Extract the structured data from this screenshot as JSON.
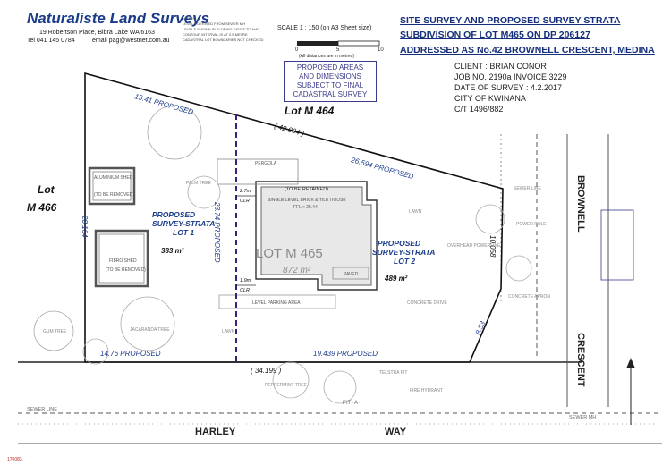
{
  "firm": {
    "name": "Naturaliste Land Surveys",
    "address": "19 Robertson Place,  Bibra Lake  WA  6163",
    "tel": "Tel 041 145 0784",
    "email": "email pag@westnet.com.au"
  },
  "notes": {
    "heading": "NOTES",
    "items": [
      "LEVELS DERIVED FROM SEWER MH",
      "LEVELS SHOWN IN SLOPING DIGITS TO AHD",
      "CONTOUR INTERVAL IS AT 0.5 METRE",
      "CADASTRAL LOT BOUNDARIES NOT CHECKED"
    ]
  },
  "scale": {
    "label": "SCALE  1 : 150 (on A3 Sheet size)",
    "ticks": [
      "0",
      "5",
      "10"
    ],
    "note": "(All distances are in metres)"
  },
  "proposed_note": [
    "PROPOSED AREAS",
    "AND DIMENSIONS",
    "SUBJECT TO FINAL",
    "CADASTRAL SURVEY"
  ],
  "title": {
    "line1": "SITE SURVEY AND PROPOSED SURVEY STRATA",
    "line2": "SUBDIVISION OF LOT M465 ON DP 206127",
    "line3": "ADDRESSED AS No.42 BROWNELL CRESCENT, MEDINA"
  },
  "client": {
    "client": "CLIENT :  BRIAN CONOR",
    "job": "JOB NO. 2190a     INVOICE  3229",
    "date": "DATE OF SURVEY :   4.2.2017",
    "city": "CITY OF KWINANA",
    "ct": "C/T 1496/882"
  },
  "plan": {
    "lots": {
      "m464": "Lot   M 464",
      "m466_a": "Lot",
      "m466_b": "M 466",
      "m465": "LOT  M 465",
      "m465_area": "872  m²"
    },
    "proposed_lot1": [
      "PROPOSED",
      "SURVEY-STRATA",
      "LOT 1"
    ],
    "lot1_area": "383 m²",
    "proposed_lot2": [
      "PROPOSED",
      "SURVEY-STRATA",
      "LOT 2"
    ],
    "lot2_area": "489 m²",
    "dims": {
      "top_a": "15.41  PROPOSED",
      "top_total": "( 42.004 )",
      "top_b": "26.594  PROPOSED",
      "left": "28.164",
      "middle": "23.74  PROPOSED",
      "right": "10.058",
      "corner": "8.53",
      "bottom_a": "14.76  PROPOSED",
      "bottom_total": "( 34.199 )",
      "bottom_b": "19.439  PROPOSED",
      "clr_top": "2.7m",
      "clr_bottom": "1.9m",
      "clr_label": "CLR"
    },
    "buildings": {
      "shed1": "ALUMINIUM SHED",
      "shed1_note": "(TO BE REMOVED)",
      "shed2": "FIBRO SHED",
      "shed2_note": "(TO BE REMOVED)",
      "house_note": "(TO BE RETAINED)",
      "house": "SINGLE LEVEL BRICK & TILE HOUSE",
      "house_ffl": "FFL  ≈ 25.44",
      "pergola": "PERGOLA",
      "parking": "LEVEL PARKING AREA",
      "paved": "PAVED"
    },
    "features": {
      "lawn1": "LAWN",
      "lawn2": "LAWN",
      "concrete_drive": "CONCRETE  DRIVE",
      "concrete_apron": "CONCRETE APRON",
      "power_pole": "POWER POLE",
      "sewer_line": "SEWER LINE",
      "overhead": "OVERHEAD POWERLINE",
      "tree_peppermint": "PEPPERMINT TREE",
      "tree_jacaranda": "JACARANDA TREE",
      "tree_gum": "GUM TREE",
      "tree_palm": "PALM TREE",
      "pit_a": "PIT  ·A·",
      "fire_hydrant": "FIRE HYDRANT",
      "telstra": "TELSTRA PIT"
    },
    "roads": {
      "harley": "HARLEY",
      "way": "WAY",
      "brownell": "BROWNELL",
      "crescent": "CRESCENT"
    },
    "sewer_bottom": "SEWER    LINE",
    "sewer_mh": "SEWER MH",
    "stamp_ref": "170083"
  }
}
